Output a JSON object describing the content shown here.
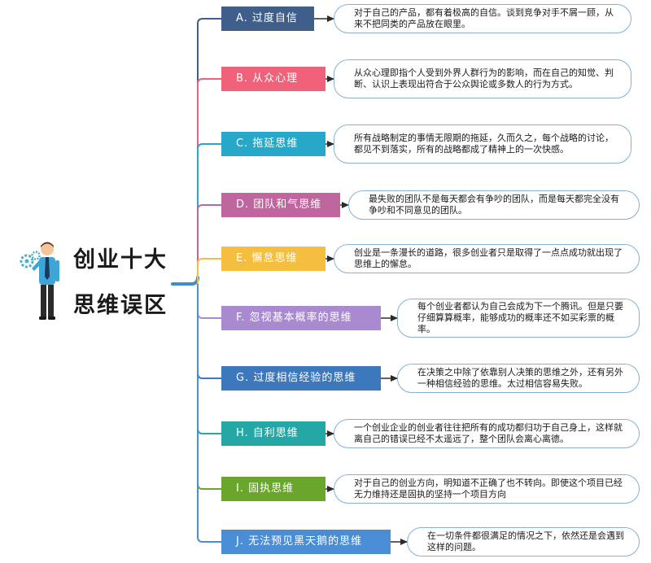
{
  "title": {
    "line1": "创业十大",
    "line2": "思维误区"
  },
  "colors": {
    "connector": "#3a8fd0",
    "bubble_border": "#8ab0d0",
    "person_shirt": "#3ea6d6",
    "person_tie": "#1a3a5e",
    "person_gears": "#4ab2c8"
  },
  "items": [
    {
      "label": "A. 过度自信",
      "color": "#3f5f8a",
      "text": "对于自己的产品，都有着极高的自信。谈到竞争对手不屑一顾，从来不把同类的产品放在眼里。"
    },
    {
      "label": "B. 从众心理",
      "color": "#f0627a",
      "text": "从众心理即指个人受到外界人群行为的影响，而在自己的知觉、判断、认识上表现出符合于公众舆论或多数人的行为方式。"
    },
    {
      "label": "C. 拖延思维",
      "color": "#27a8c8",
      "text": "所有战略制定的事情无限期的拖延，久而久之，每个战略的讨论，都见不到落实，所有的战略都成了精神上的一次快感。"
    },
    {
      "label": "D. 团队和气思维",
      "color": "#c0669e",
      "text": "最失败的团队不是每天都会有争吵的团队，而是每天都完全没有争吵和不同意见的团队。"
    },
    {
      "label": "E. 懈怠思维",
      "color": "#f4bf3e",
      "text": "创业是一条漫长的道路，很多创业者只是取得了一点点成功就出现了思维上的懈怠。"
    },
    {
      "label": "F. 忽视基本概率的思维",
      "color": "#a98ad0",
      "text": "每个创业者都认为自己会成为下一个腾讯。但是只要仔细算算概率，能够成功的概率还不如买彩票的概率。"
    },
    {
      "label": "G. 过度相信经验的思维",
      "color": "#3d78bc",
      "text": "在决策之中除了依靠别人决策的思维之外，还有另外一种相信经验的思维。太过相信容易失败。"
    },
    {
      "label": "H. 自利思维",
      "color": "#25a7a5",
      "text": "一个创业企业的创业者往往把所有的成功都归功于自己身上，这样就离自己的错误已经不太遥远了，整个团队会离心离德。"
    },
    {
      "label": "I. 固执思维",
      "color": "#6aa52c",
      "text": "对于自己的创业方向，明知道不正确了也不转向。即使这个项目已经无力维持还是固执的坚持一个项目方向"
    },
    {
      "label": "J. 无法预见黑天鹅的思维",
      "color": "#4a8ed6",
      "text": "在一切条件都很满足的情况之下，依然还是会遇到这样的问题。"
    }
  ]
}
